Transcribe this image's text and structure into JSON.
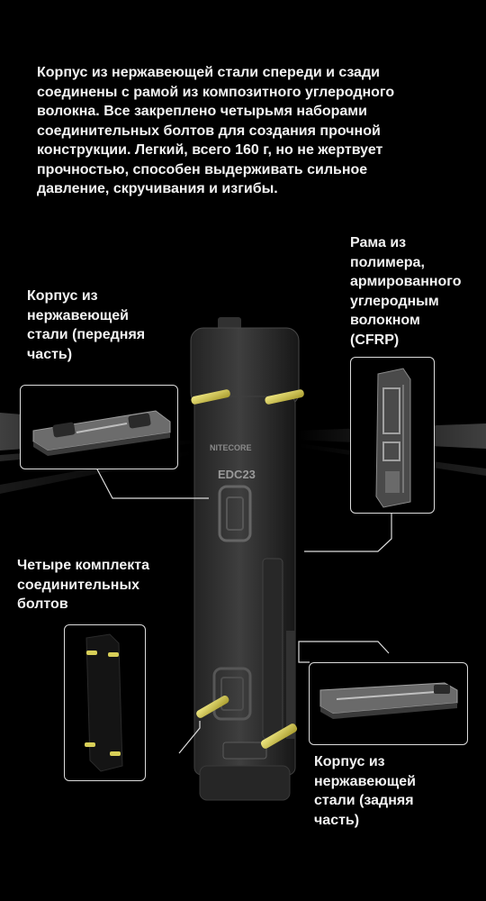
{
  "intro": {
    "lines": [
      "Корпус из нержавеющей стали спереди и сзади",
      "соединены с рамой из композитного углеродного",
      "волокна. Все закреплено четырьмя наборами",
      "соединительных болтов для создания прочной",
      "конструкции. Легкий, всего 160 г, но не жертвует",
      "прочностью, способен выдерживать сильное",
      "давление, скручивания и изгибы."
    ]
  },
  "labels": {
    "front": [
      "Корпус из",
      "нержавеющей",
      "стали (передняя",
      "часть)"
    ],
    "frame": [
      "Рама из",
      "полимера,",
      "армированного",
      "углеродным",
      "волокном",
      "(CFRP)"
    ],
    "bolts": [
      "Четыре комплекта",
      "соединительных",
      "болтов"
    ],
    "back": [
      "Корпус из",
      "нержавеющей",
      "стали (задняя",
      "часть)"
    ]
  },
  "device": {
    "brand_text": "NITECORE",
    "model_text": "EDC23"
  },
  "colors": {
    "background": "#000000",
    "text": "#f2f2f2",
    "bolt": "#d8cf58",
    "line": "#dcdcdc"
  }
}
